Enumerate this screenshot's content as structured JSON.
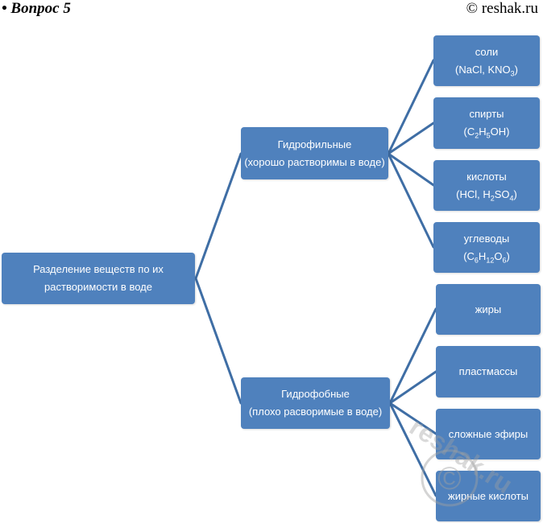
{
  "header": {
    "title": "• Вопрос 5",
    "copyright": "© reshak.ru"
  },
  "diagram": {
    "root": {
      "line1": "Разделение веществ по их",
      "line2": "растворимости в воде"
    },
    "hydrophilic": {
      "label": "Гидрофильные",
      "sub": "(хорошо растворимы в воде)",
      "items": [
        {
          "name": "соли",
          "formula": [
            "(NaCl, KNO",
            "3",
            ")"
          ]
        },
        {
          "name": "спирты",
          "formula": [
            "(C",
            "2",
            "H",
            "5",
            "OH)"
          ]
        },
        {
          "name": "кислоты",
          "formula": [
            "(HCl, H",
            "2",
            "SO",
            "4",
            ")"
          ]
        },
        {
          "name": "углеводы",
          "formula": [
            "(C",
            "6",
            "H",
            "12",
            "O",
            "6",
            ")"
          ]
        }
      ]
    },
    "hydrophobic": {
      "label": "Гидрофобные",
      "sub": "(плохо расворимые в воде)",
      "items": [
        "жиры",
        "пластмассы",
        "сложные эфиры",
        "жирные кислоты"
      ]
    }
  },
  "watermark": {
    "text": "reshak.ru",
    "symbol": "©"
  },
  "colors": {
    "node": "#4f81bd",
    "link": "#3f6ea5"
  }
}
